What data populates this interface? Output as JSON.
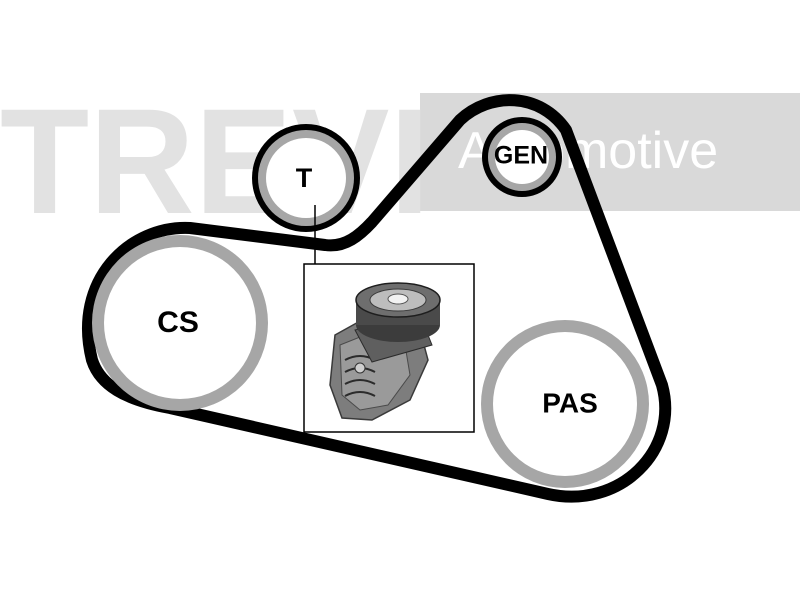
{
  "watermark": {
    "brand": "TREVI",
    "suffix": "Automotive",
    "color_letters": "#e2e2e2",
    "color_band": "#d9d9d9",
    "color_suffix": "#ffffff"
  },
  "pulleys": {
    "t": {
      "label": "T"
    },
    "gen": {
      "label": "GEN"
    },
    "cs": {
      "label": "CS"
    },
    "pas": {
      "label": "PAS"
    }
  },
  "colors": {
    "belt": "#000000",
    "pulley_rim": "#a6a6a6",
    "pulley_face": "#ffffff",
    "frame": "#000000"
  },
  "inset": {
    "image": "belt-tensioner-photo"
  }
}
